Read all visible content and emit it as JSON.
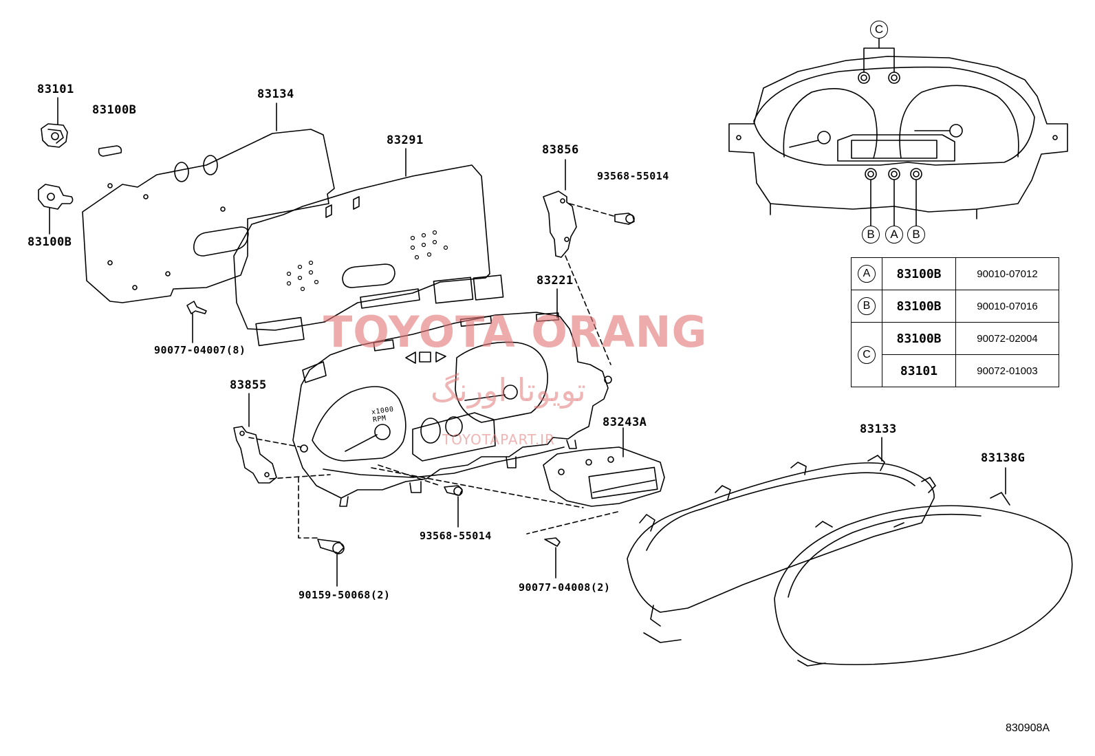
{
  "watermark": {
    "brand": "TOYOTA ORANG",
    "persian": "تویوتا اورنگ",
    "url": "TOYOTAPART.IR"
  },
  "figure_code": "830908A",
  "callouts": {
    "p83101": "83101",
    "p83100b_top": "83100B",
    "p83100b_bottom": "83100B",
    "p83134": "83134",
    "p83291": "83291",
    "p83856": "83856",
    "p93568_top": "93568-55014",
    "p83221": "83221",
    "p90077_04007": "90077-04007(8)",
    "p83855": "83855",
    "p83243a": "83243A",
    "p93568_mid": "93568-55014",
    "p90159": "90159-50068(2)",
    "p90077_04008": "90077-04008(2)",
    "p83133": "83133",
    "p83138g": "83138G"
  },
  "markers": {
    "top": "C",
    "bottom": [
      "B",
      "A",
      "B"
    ]
  },
  "gauge_text": {
    "rpm_scale": "x1000",
    "rpm": "RPM"
  },
  "legend": {
    "rows": [
      {
        "key": "A",
        "part": "83100B",
        "number": "90010-07012"
      },
      {
        "key": "B",
        "part": "83100B",
        "number": "90010-07016"
      },
      {
        "key": "C",
        "part": "83100B",
        "number": "90072-02004"
      },
      {
        "key": "",
        "part": "83101",
        "number": "90072-01003"
      }
    ]
  }
}
